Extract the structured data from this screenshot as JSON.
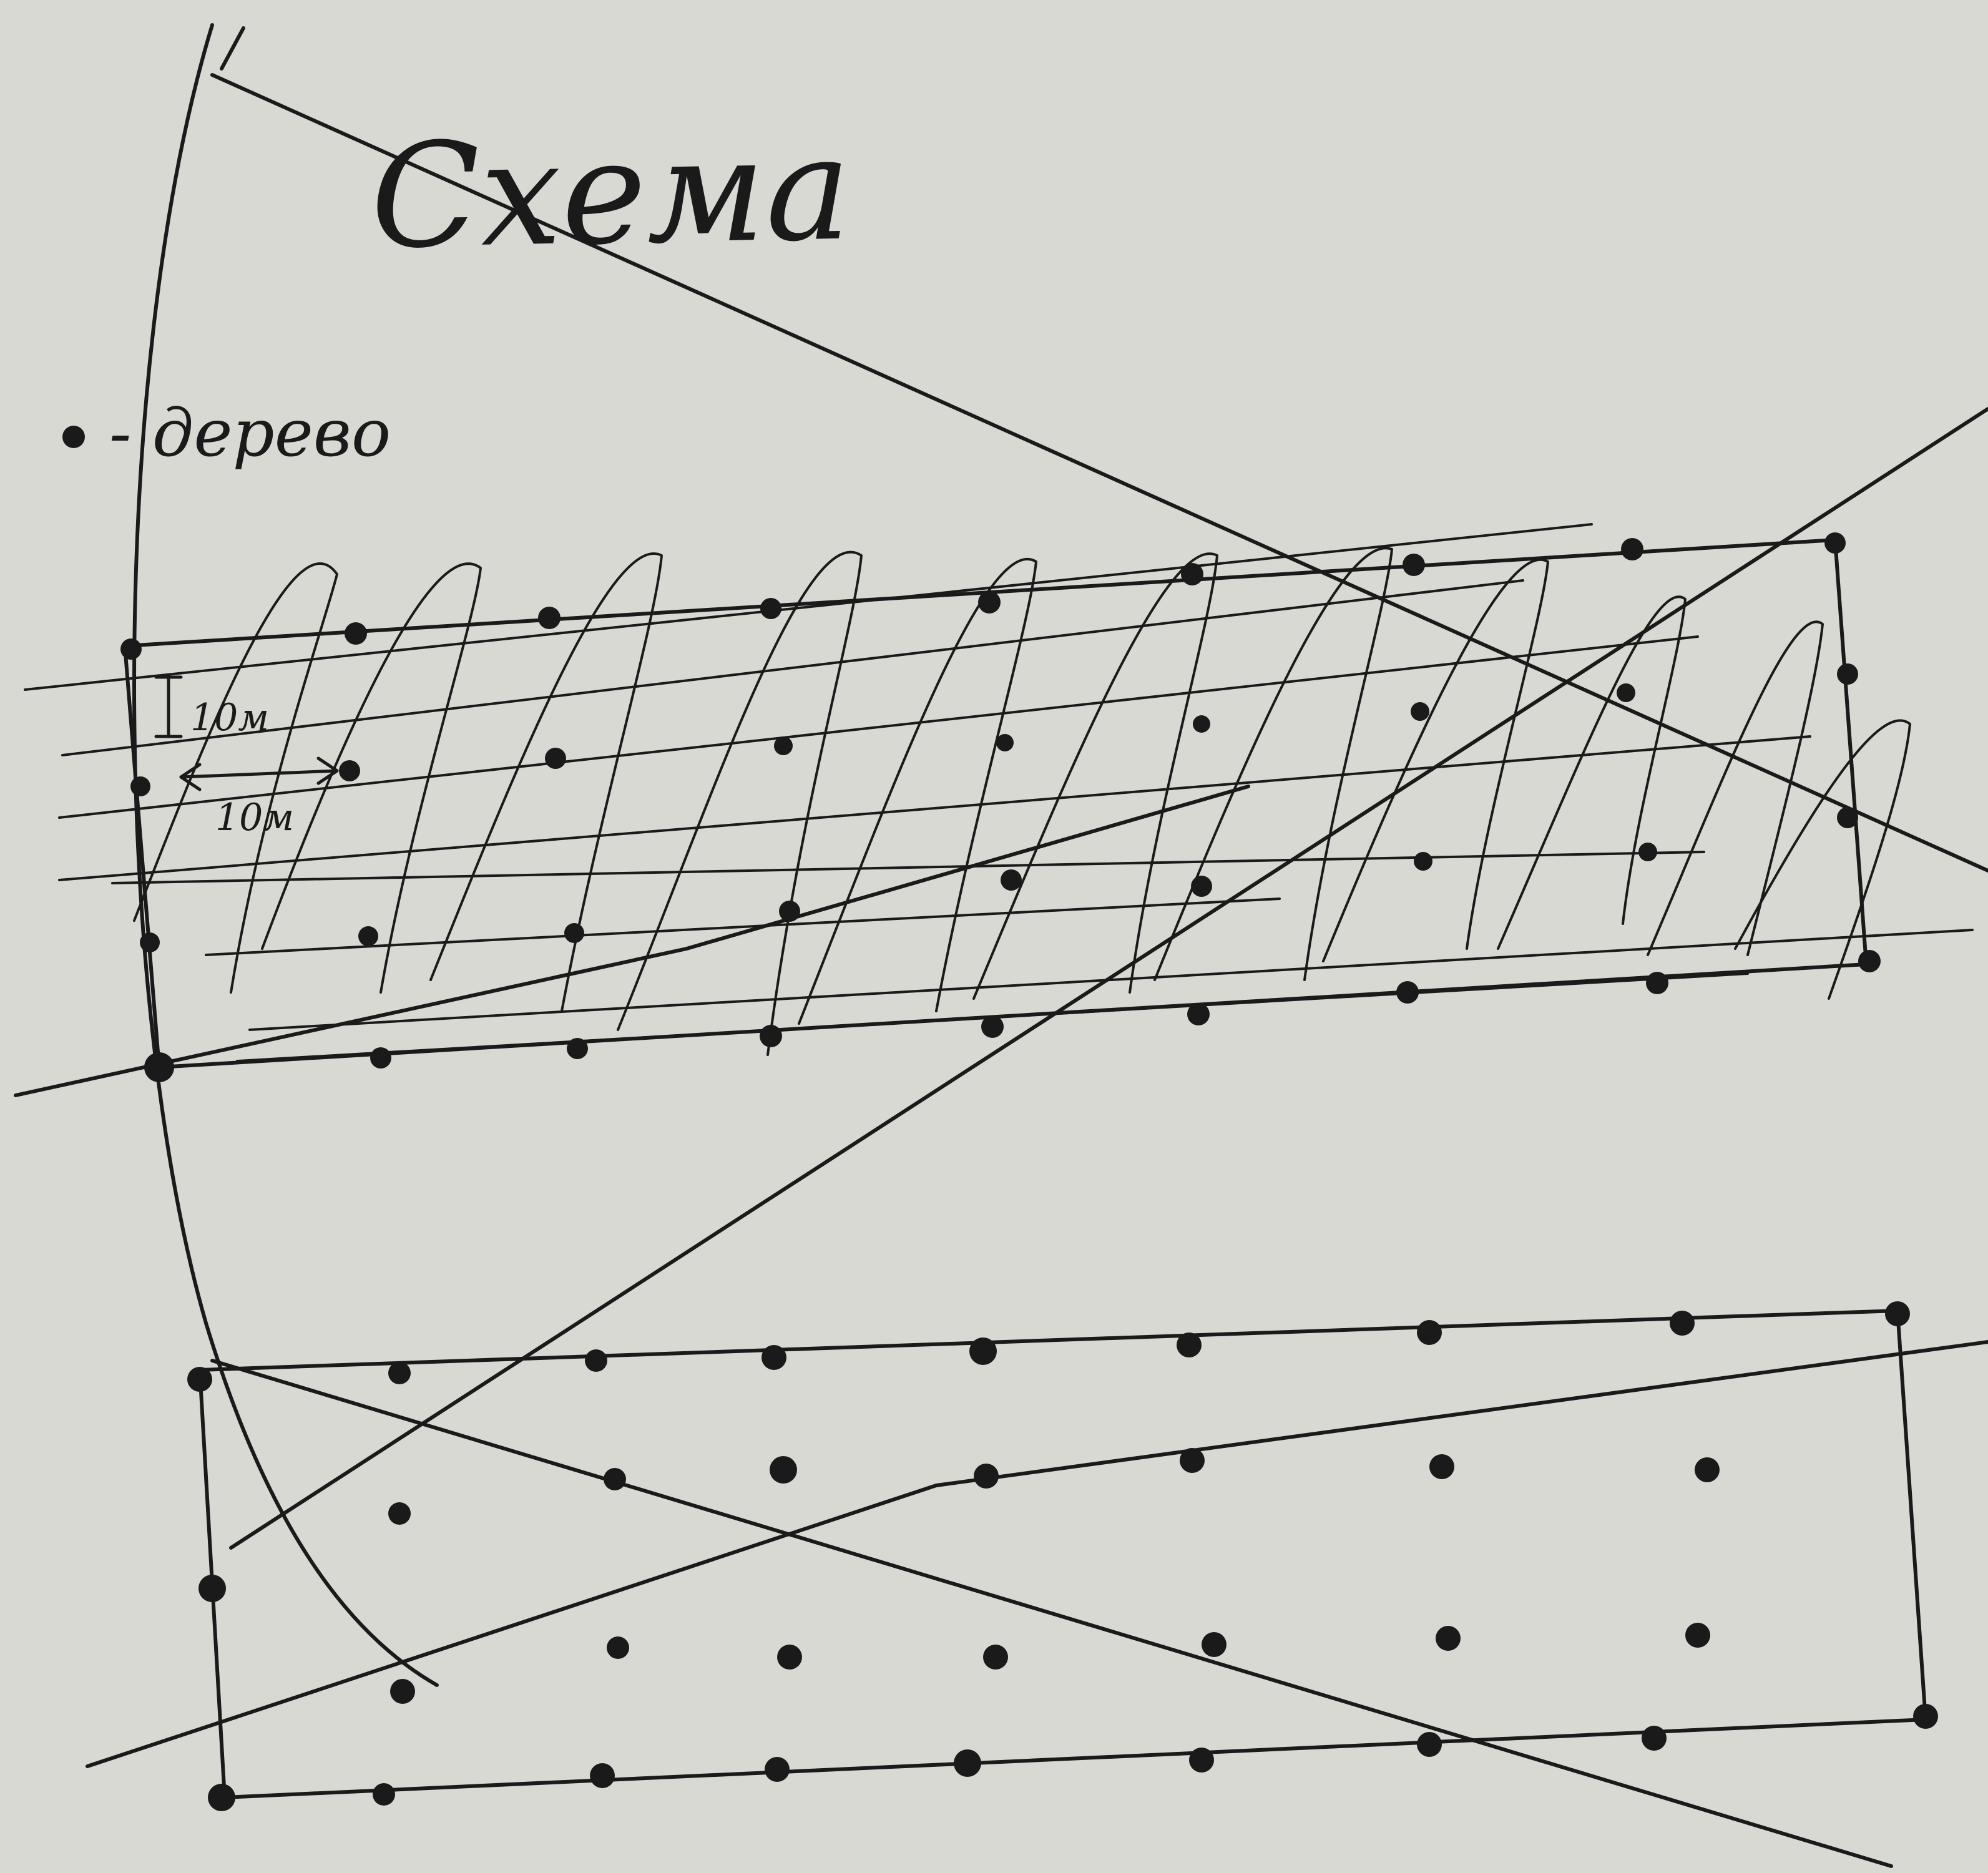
{
  "title": "Схема",
  "legend": {
    "symbol": "•",
    "label": "- дерево"
  },
  "scale": {
    "vertical": "10м",
    "horizontal": "10м"
  },
  "colors": {
    "paper": "#d9d9d4",
    "ink": "#1a1a1a"
  }
}
